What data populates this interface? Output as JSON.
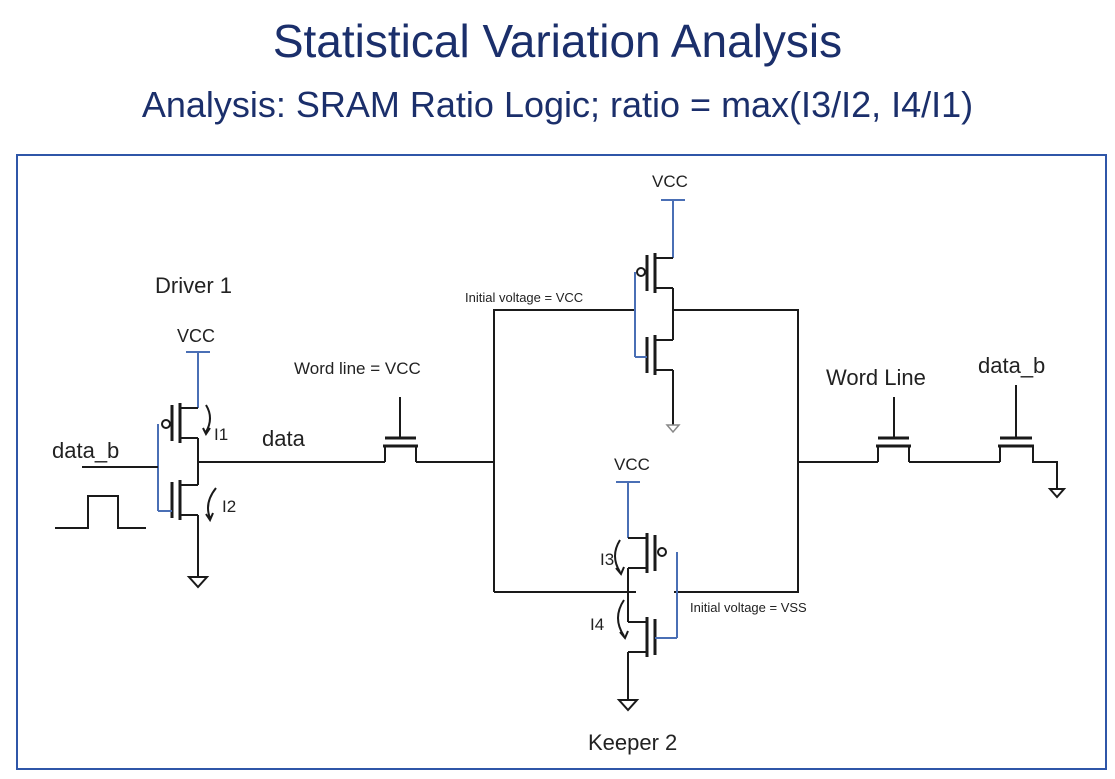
{
  "slide": {
    "title": "Statistical Variation Analysis",
    "subtitle": "Analysis: SRAM Ratio Logic; ratio = max(I3/I2, I4/I1)"
  },
  "diagram": {
    "labels": {
      "driver1": "Driver 1",
      "vcc_driver": "VCC",
      "data_b_in": "data_b",
      "i1": "I1",
      "i2": "I2",
      "data": "data",
      "wordline_vcc": "Word line = VCC",
      "vcc_top": "VCC",
      "init_vcc": "Initial voltage = VCC",
      "vcc_keeper": "VCC",
      "i3": "I3",
      "i4": "I4",
      "init_vss": "Initial voltage = VSS",
      "keeper2": "Keeper 2",
      "word_line": "Word Line",
      "data_b_out": "data_b"
    },
    "colors": {
      "border": "#2f56a8",
      "wire": "#1a1a1a",
      "rail": "#4a6fb5",
      "title": "#1b2f6b"
    }
  }
}
